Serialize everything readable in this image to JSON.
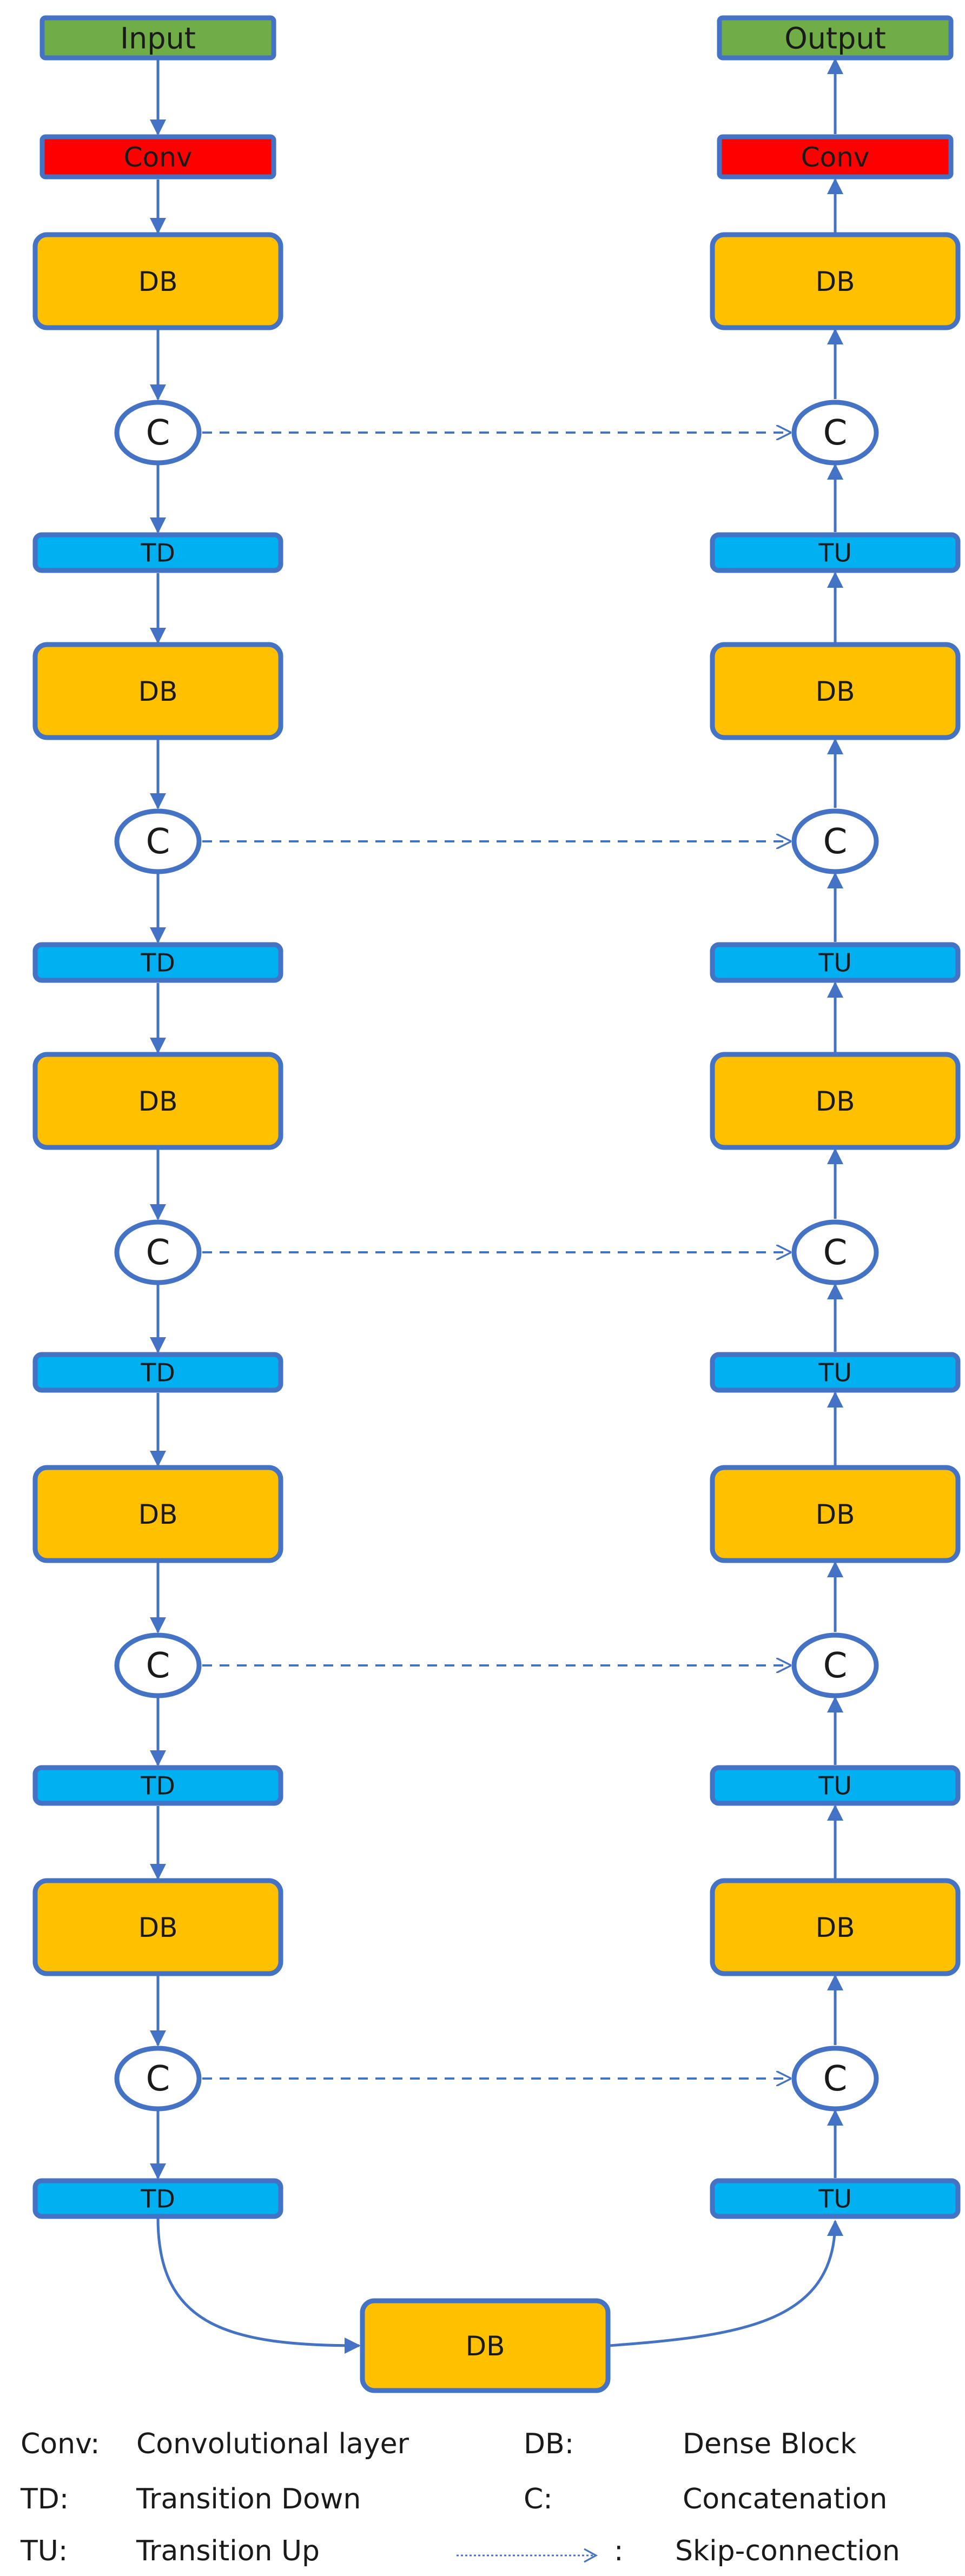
{
  "diagram": {
    "input_label": "Input",
    "output_label": "Output",
    "conv_label": "Conv",
    "dense_block_label": "DB",
    "concat_label": "C",
    "transition_down_label": "TD",
    "transition_up_label": "TU",
    "levels": 5
  },
  "legend": {
    "conv_key": "Conv:",
    "conv_desc": "Convolutional layer",
    "db_key": "DB:",
    "db_desc": "Dense Block",
    "td_key": "TD:",
    "td_desc": "Transition Down",
    "c_key": "C:",
    "c_desc": "Concatenation",
    "tu_key": "TU:",
    "tu_desc": "Transition Up",
    "skip_key": ":",
    "skip_desc": "Skip-connection"
  },
  "colors": {
    "input_output": "#70ad47",
    "conv": "#ff0000",
    "dense_block": "#ffc000",
    "transition": "#00b0f0",
    "border": "#4472c4",
    "arrow": "#4472c4"
  }
}
